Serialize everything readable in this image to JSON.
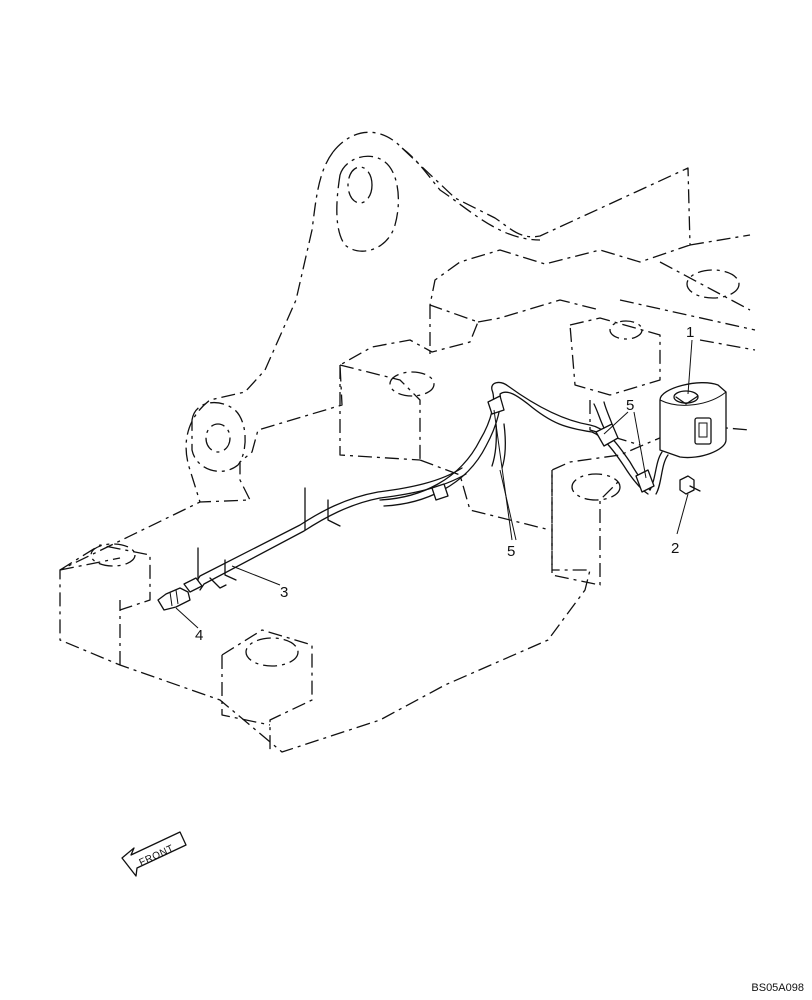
{
  "diagram": {
    "callouts": [
      {
        "id": "1",
        "label": "1"
      },
      {
        "id": "2",
        "label": "2"
      },
      {
        "id": "3",
        "label": "3"
      },
      {
        "id": "4",
        "label": "4"
      },
      {
        "id": "5a",
        "label": "5"
      },
      {
        "id": "5b",
        "label": "5"
      }
    ],
    "front_arrow_label": "FRONT",
    "drawing_id": "BS05A098"
  }
}
